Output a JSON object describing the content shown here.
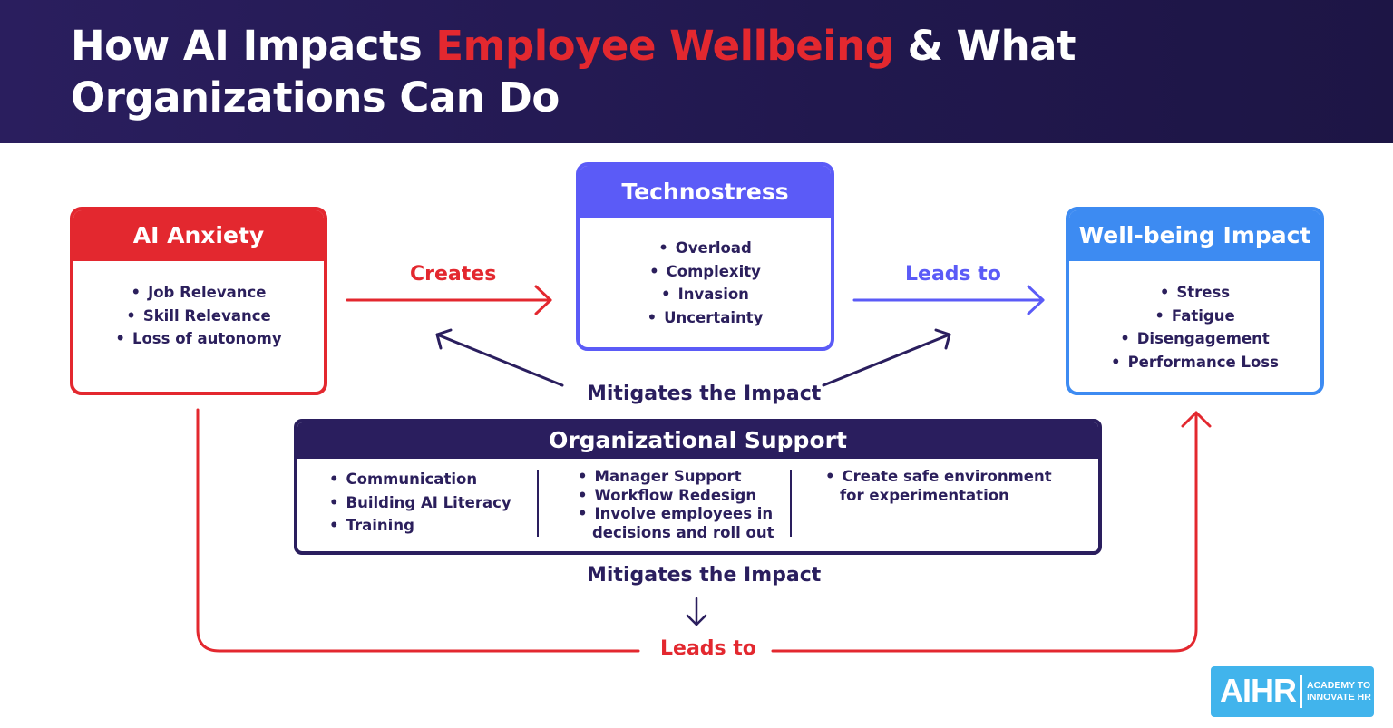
{
  "header": {
    "title_part1": "How AI Impacts ",
    "title_highlight": "Employee Wellbeing",
    "title_part2": " & What",
    "title_line2": "Organizations Can Do"
  },
  "boxes": {
    "anxiety": {
      "title": "AI Anxiety",
      "items": [
        "Job Relevance",
        "Skill Relevance",
        "Loss of autonomy"
      ]
    },
    "technostress": {
      "title": "Technostress",
      "items": [
        "Overload",
        "Complexity",
        "Invasion",
        "Uncertainty"
      ]
    },
    "wellbeing": {
      "title": "Well-being Impact",
      "items": [
        "Stress",
        "Fatigue",
        "Disengagement",
        "Performance Loss"
      ]
    },
    "support": {
      "title": "Organizational Support",
      "col1": [
        "Communication",
        "Building AI Literacy",
        "Training"
      ],
      "col2": [
        "Manager Support",
        "Workflow Redesign",
        "Involve employees in"
      ],
      "col2_cont": "decisions and roll out",
      "col3": [
        "Create safe environment"
      ],
      "col3_cont": "for experimentation"
    }
  },
  "labels": {
    "creates": "Creates",
    "leads_to_top": "Leads to",
    "mitigates_1": "Mitigates the Impact",
    "mitigates_2": "Mitigates the Impact",
    "leads_to_bottom": "Leads to"
  },
  "logo": {
    "mark": "AIHR",
    "line1": "ACADEMY TO",
    "line2": "INNOVATE HR"
  },
  "colors": {
    "navy": "#2a1e5e",
    "red": "#e3282f",
    "purple_blue": "#5b5bf7",
    "blue": "#3d8bf2",
    "logo_blue": "#41b4ec"
  }
}
